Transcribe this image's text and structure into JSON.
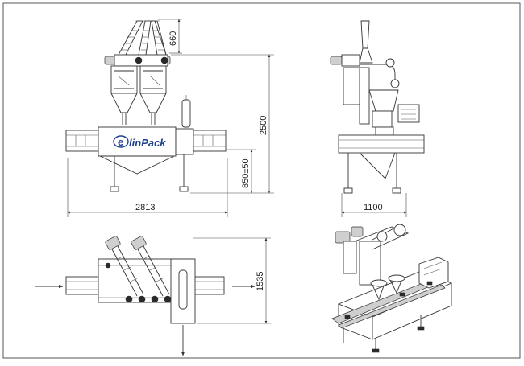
{
  "drawing": {
    "brand": "linPack",
    "brand_mark": "e",
    "dimensions": {
      "front_width": "2813",
      "front_height": "2500",
      "hopper_top": "660",
      "table_height": "850±50",
      "side_width": "1100",
      "plan_depth": "1535"
    }
  },
  "colors": {
    "line": "#333333",
    "frame": "#555555",
    "dark": "#2a2a2a"
  }
}
